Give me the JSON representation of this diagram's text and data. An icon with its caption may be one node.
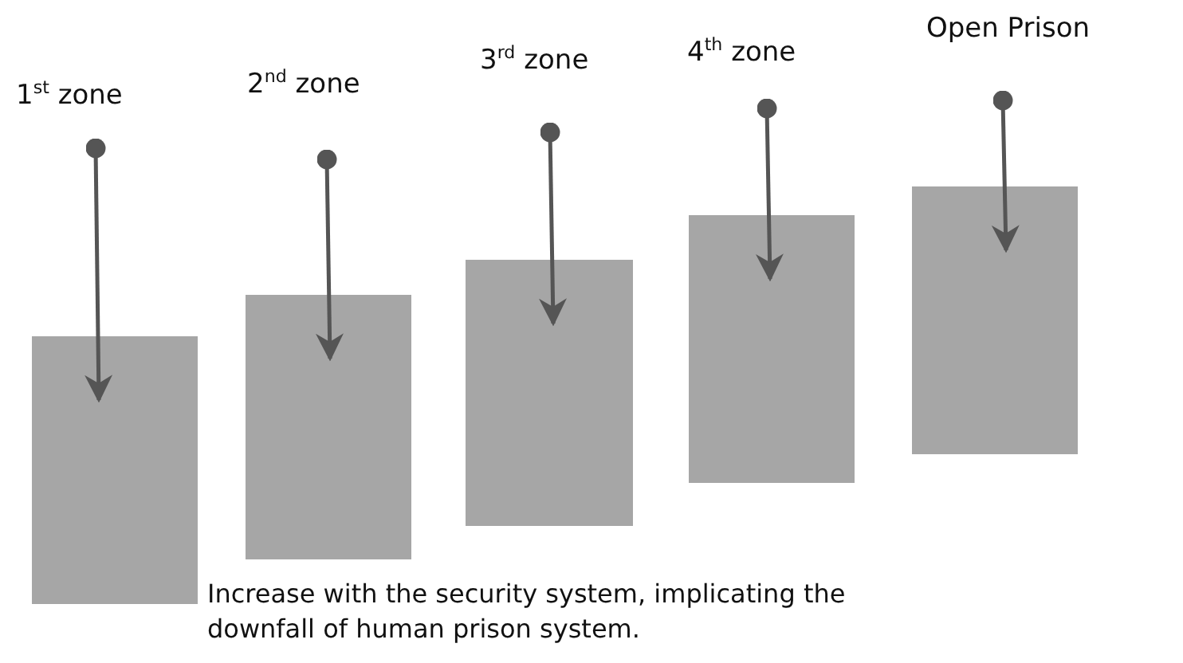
{
  "diagram": {
    "nodes": [
      {
        "text": [
          "1$^{st}$ zone"
        ]
      },
      {
        "text": [
          "2$^{nd}$ zone"
        ]
      },
      {
        "text": [
          "3$^{rd}$ zone"
        ]
      },
      {
        "text": [
          "4$^{th}$ zone"
        ]
      },
      {
        "text": [
          "Open Prison"
        ]
      },
      {
        "text": [],
        "shape": "box"
      },
      {
        "text": [],
        "shape": "box"
      },
      {
        "text": [],
        "shape": "box"
      },
      {
        "text": [],
        "shape": "box"
      },
      {
        "text": [],
        "shape": "box"
      }
    ],
    "edges": [
      {
        "from": 0,
        "to": 5,
        "arrow": "to"
      },
      {
        "from": 1,
        "to": 6,
        "arrow": "to"
      },
      {
        "from": 2,
        "to": 7,
        "arrow": "to"
      },
      {
        "from": 3,
        "to": 8,
        "arrow": "to"
      },
      {
        "from": 4,
        "to": 9,
        "arrow": "to"
      }
    ],
    "labels": [
      "Increase with the security system, implicating the downfall of human prison system."
    ]
  }
}
